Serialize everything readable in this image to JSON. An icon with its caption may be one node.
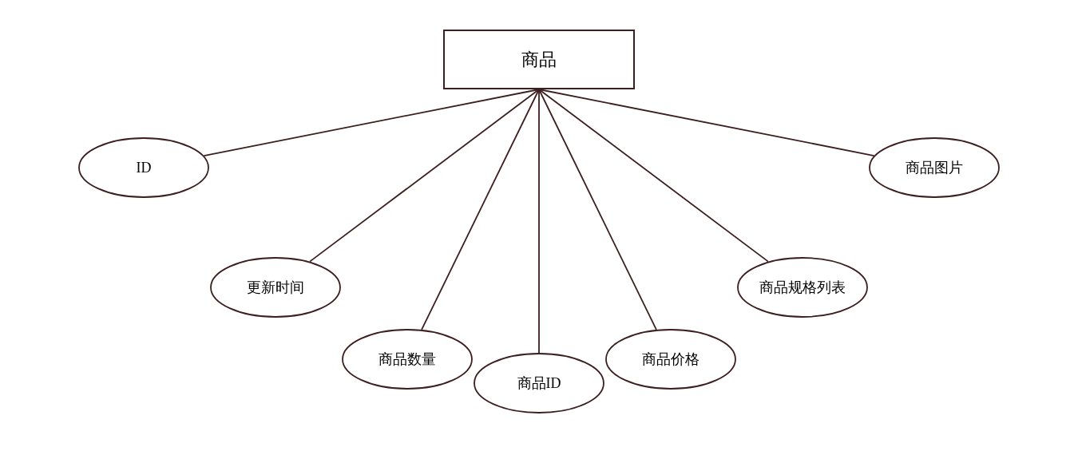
{
  "diagram": {
    "nodes": [
      {
        "text": [
          "商品"
        ]
      },
      {
        "text": [
          "ID"
        ]
      },
      {
        "text": [
          "更新时间"
        ]
      },
      {
        "text": [
          "商品数量"
        ]
      },
      {
        "text": [
          "商品ID"
        ]
      },
      {
        "text": [
          "商品价格"
        ]
      },
      {
        "text": [
          "商品规格列表"
        ]
      },
      {
        "text": [
          "商品图片"
        ]
      }
    ],
    "edges": [
      {
        "from": 0,
        "to": 1,
        "arrow": "none"
      },
      {
        "from": 0,
        "to": 2,
        "arrow": "none"
      },
      {
        "from": 0,
        "to": 3,
        "arrow": "none"
      },
      {
        "from": 0,
        "to": 4,
        "arrow": "none"
      },
      {
        "from": 0,
        "to": 5,
        "arrow": "none"
      },
      {
        "from": 0,
        "to": 6,
        "arrow": "none"
      },
      {
        "from": 0,
        "to": 7,
        "arrow": "none"
      }
    ]
  }
}
